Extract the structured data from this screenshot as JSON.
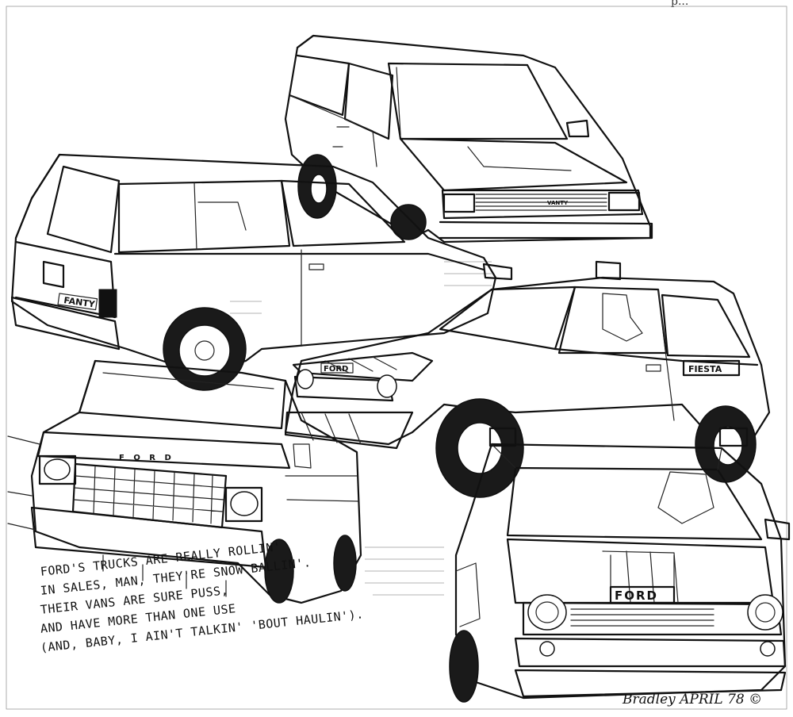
{
  "corner_fragment": "p...",
  "caption": {
    "lines": [
      "FORD'S TRUCKS ARE REALLY ROLLIN'",
      "IN SALES, MAN, THEY'RE SNOW BALLIN'.",
      "THEIR VANS ARE SURE PUSS,",
      "AND HAVE MORE THAN ONE USE",
      "(AND, BABY, I AIN'T TALKIN' 'BOUT HAULIN')."
    ]
  },
  "signature": "Bradley  APRIL 78 ©",
  "badges": {
    "wagon_tailgate": "FANTY",
    "van_front": "VANTY",
    "hatch_front": "FORD",
    "hatch_side": "FIESTA",
    "truck_hood": "F O R D",
    "car_hood": "FORD"
  },
  "colors": {
    "ink": "#111111",
    "paper": "#ffffff"
  }
}
